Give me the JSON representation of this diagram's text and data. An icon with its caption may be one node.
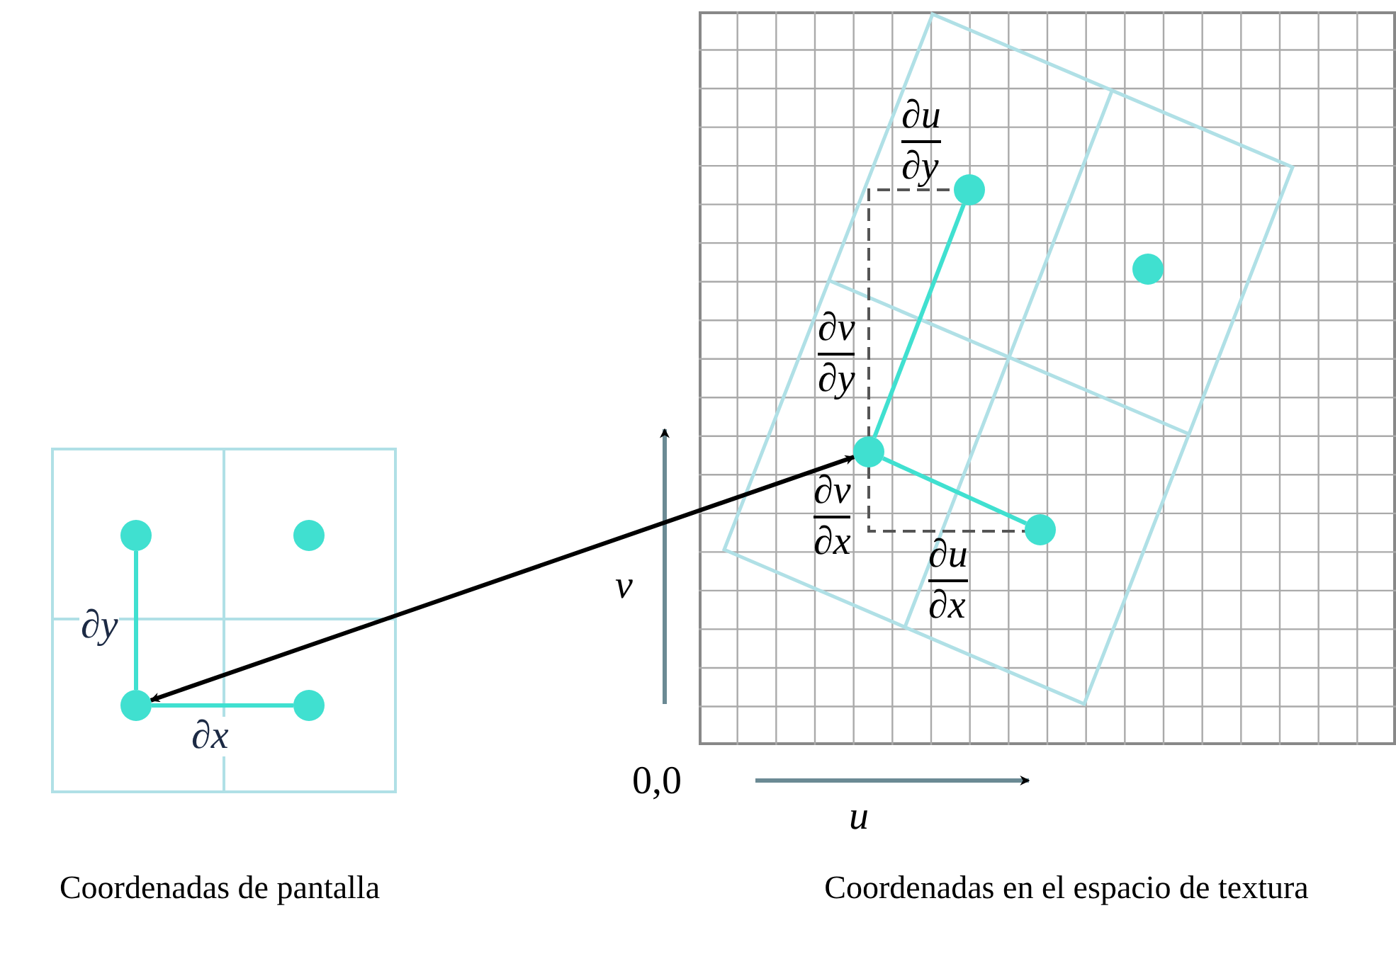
{
  "diagram": {
    "nodes": [
      {
        "text": [],
        "shape": "circle"
      },
      {
        "text": [],
        "shape": "circle"
      },
      {
        "text": [],
        "shape": "circle"
      },
      {
        "text": [],
        "shape": "circle"
      },
      {
        "text": [],
        "shape": "circle"
      },
      {
        "text": [],
        "shape": "circle"
      },
      {
        "text": [],
        "shape": "circle"
      },
      {
        "text": [],
        "shape": "circle"
      }
    ],
    "edges": [
      {
        "from": 2,
        "to": 0,
        "arrow": "none",
        "label": "∂y"
      },
      {
        "from": 2,
        "to": 3,
        "arrow": "none",
        "label": "∂x"
      },
      {
        "from": 6,
        "to": 4,
        "arrow": "none"
      },
      {
        "from": 6,
        "to": 7,
        "arrow": "none"
      },
      {
        "from": 2,
        "to": 6,
        "arrow": "both",
        "color": "#000000"
      }
    ],
    "labels": [
      "∂u",
      "∂y",
      "∂v",
      "∂y",
      "∂v",
      "∂x",
      "∂u",
      "∂x",
      "v",
      "0,0",
      "u",
      "Coordenadas de pantalla",
      "Coordenadas en el espacio de textura"
    ]
  }
}
